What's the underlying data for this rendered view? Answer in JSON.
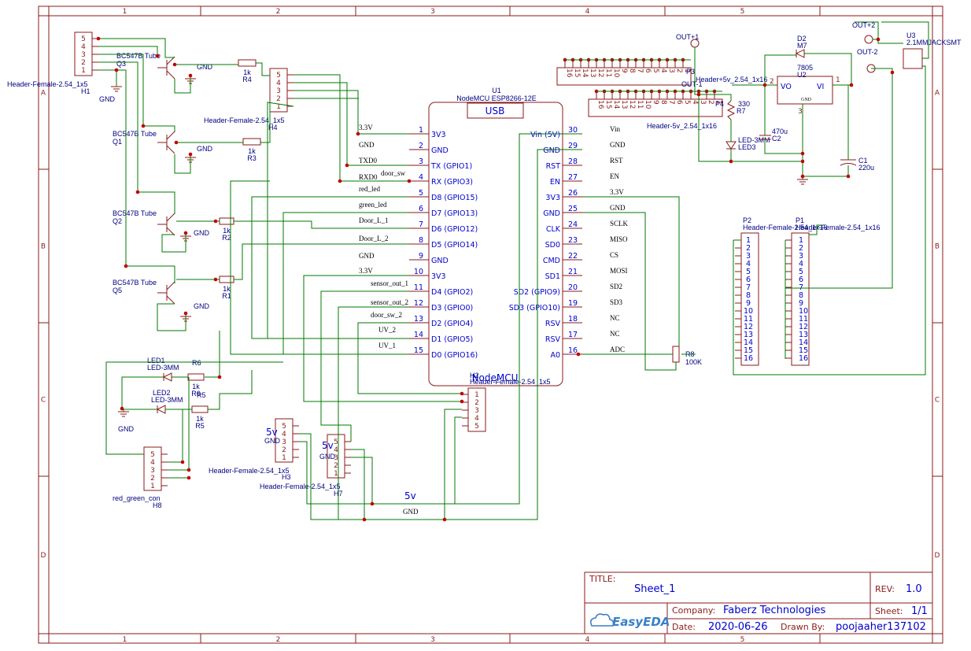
{
  "frame": {
    "columns": [
      "1",
      "2",
      "3",
      "4",
      "5"
    ],
    "rows": [
      "A",
      "B",
      "C",
      "D"
    ]
  },
  "title_block": {
    "title_label": "TITLE:",
    "title": "Sheet_1",
    "rev_label": "REV:",
    "rev": "1.0",
    "company_label": "Company:",
    "company": "Faberz Technologies",
    "sheet_label": "Sheet:",
    "sheet": "1/1",
    "date_label": "Date:",
    "date": "2020-06-26",
    "drawn_label": "Drawn By:",
    "drawn": "poojaaher137102",
    "logo": "EasyEDA"
  },
  "mcu": {
    "designator": "U1",
    "part": "NodeMCU ESP8266-12E",
    "usb": "USB",
    "name": "NodeMCU",
    "left_pins": [
      {
        "num": "1",
        "name": "3V3",
        "net": "3.3V"
      },
      {
        "num": "2",
        "name": "GND",
        "net": "GND"
      },
      {
        "num": "3",
        "name": "TX (GPIO1)",
        "net": "TXD0"
      },
      {
        "num": "4",
        "name": "RX (GPIO3)",
        "net": "RXD0"
      },
      {
        "num": "5",
        "name": "D8 (GPIO15)",
        "net": "red_led"
      },
      {
        "num": "6",
        "name": "D7 (GPIO13)",
        "net": "green_led"
      },
      {
        "num": "7",
        "name": "D6 (GPIO12)",
        "net": "Door_L_1"
      },
      {
        "num": "8",
        "name": "D5 (GPIO14)",
        "net": "Door_L_2"
      },
      {
        "num": "9",
        "name": "GND",
        "net": "GND"
      },
      {
        "num": "10",
        "name": "3V3",
        "net": "3.3V"
      },
      {
        "num": "11",
        "name": "D4 (GPIO2)",
        "net": "sensor_out_1"
      },
      {
        "num": "12",
        "name": "D3 (GPIO0)",
        "net": "sensor_out_2"
      },
      {
        "num": "13",
        "name": "D2 (GPIO4)",
        "net": "door_sw_2"
      },
      {
        "num": "14",
        "name": "D1 (GPIO5)",
        "net": "UV_2"
      },
      {
        "num": "15",
        "name": "D0 (GPIO16)",
        "net": "UV_1"
      }
    ],
    "right_pins": [
      {
        "num": "30",
        "name": "Vin (5V)",
        "net": "Vin"
      },
      {
        "num": "29",
        "name": "GND",
        "net": "GND"
      },
      {
        "num": "28",
        "name": "RST",
        "net": "RST"
      },
      {
        "num": "27",
        "name": "EN",
        "net": "EN"
      },
      {
        "num": "26",
        "name": "3V3",
        "net": "3.3V"
      },
      {
        "num": "25",
        "name": "GND",
        "net": "GND"
      },
      {
        "num": "24",
        "name": "CLK",
        "net": "SCLK"
      },
      {
        "num": "23",
        "name": "SD0",
        "net": "MISO"
      },
      {
        "num": "22",
        "name": "CMD",
        "net": "CS"
      },
      {
        "num": "21",
        "name": "SD1",
        "net": "MOSI"
      },
      {
        "num": "20",
        "name": "SD2 (GPIO9)",
        "net": "SD2"
      },
      {
        "num": "19",
        "name": "SD3 (GPIO10)",
        "net": "SD3"
      },
      {
        "num": "18",
        "name": "RSV",
        "net": "NC"
      },
      {
        "num": "17",
        "name": "RSV",
        "net": "NC"
      },
      {
        "num": "16",
        "name": "A0",
        "net": "ADC"
      }
    ],
    "door_sw": "door_sw"
  },
  "headers": {
    "h1": {
      "name": "Header-Female-2.54_1x5",
      "des": "H1",
      "pins": [
        "5",
        "4",
        "3",
        "2",
        "1"
      ]
    },
    "h4": {
      "name": "Header-Female-2.54_1x5",
      "des": "H4",
      "pins": [
        "5",
        "4",
        "3",
        "2",
        "1"
      ]
    },
    "h2": {
      "name": "Header-Female-2.54_1x5",
      "des": "H2",
      "pins": [
        "1",
        "2",
        "3",
        "4",
        "5"
      ]
    },
    "h3": {
      "name": "Header-Female-2.54_1x5",
      "des": "H3",
      "pins": [
        "5",
        "4",
        "3",
        "2",
        "1"
      ]
    },
    "h7": {
      "name": "Header-Female-2.54_1x5",
      "des": "H7",
      "pins": [
        "5",
        "4",
        "3",
        "2",
        "1"
      ]
    },
    "h8": {
      "name": "red_green_con",
      "des": "H8",
      "pins": [
        "5",
        "4",
        "3",
        "2",
        "1"
      ]
    },
    "p2": {
      "name": "Header-Female-2.54_1x16",
      "des": "P2"
    },
    "p1": {
      "name": "Header-Female-2.54_1x16",
      "des": "P1"
    },
    "p3": {
      "name": "Header+5v_2.54_1x16",
      "des": "P3"
    },
    "p4": {
      "name": "Header-5v_2.54_1x16",
      "des": "P4"
    },
    "p16": [
      "1",
      "2",
      "3",
      "4",
      "5",
      "6",
      "7",
      "8",
      "9",
      "10",
      "11",
      "12",
      "13",
      "14",
      "15",
      "16"
    ],
    "p_top": [
      "16",
      "15",
      "14",
      "13",
      "12",
      "11",
      "10",
      "9",
      "8",
      "7",
      "6",
      "5",
      "4",
      "3",
      "2",
      "1"
    ]
  },
  "transistors": [
    {
      "type": "BC547B Tube",
      "des": "Q3"
    },
    {
      "type": "BC547B Tube",
      "des": "Q1"
    },
    {
      "type": "BC547B Tube",
      "des": "Q2"
    },
    {
      "type": "BC547B Tube",
      "des": "Q5"
    }
  ],
  "resistors": {
    "r4": {
      "val": "1k",
      "des": "R4"
    },
    "r3": {
      "val": "1k",
      "des": "R3"
    },
    "r2": {
      "val": "1k",
      "des": "R2"
    },
    "r1": {
      "val": "1k",
      "des": "R1"
    },
    "r6": {
      "val": "1k",
      "des": "R6"
    },
    "r5": {
      "val": "1k",
      "des": "R5"
    },
    "r7": {
      "val": "330",
      "des": "R7"
    },
    "r8": {
      "val": "100K",
      "des": "R8"
    }
  },
  "leds": {
    "led1": {
      "name": "LED1",
      "part": "LED-3MM"
    },
    "led2": {
      "name": "LED2",
      "part": "LED-3MM"
    },
    "led3": {
      "name": "LED-3MM",
      "des": "LED3"
    }
  },
  "power": {
    "u2_part": "7805",
    "u2_des": "U2",
    "vo": "VO",
    "vi": "VI",
    "gnd": "GND",
    "pin3": "3",
    "pin2": "2",
    "pin1": "1",
    "d2_des": "D2",
    "d2_part": "M7",
    "c1": "C1",
    "c1_val": "220u",
    "c2_val": "470u",
    "c2_des": "C2",
    "u3_des": "U3",
    "u3_part": "2.1MMJACKSMT",
    "out1": "OUT+1",
    "out_m1": "OUT-1",
    "out2": "OUT+2",
    "out_m2": "OUT-2"
  },
  "nets": {
    "gnd": "GND",
    "v5": "5v",
    "txd0": "TXD0",
    "rxd0": "RXD0"
  }
}
